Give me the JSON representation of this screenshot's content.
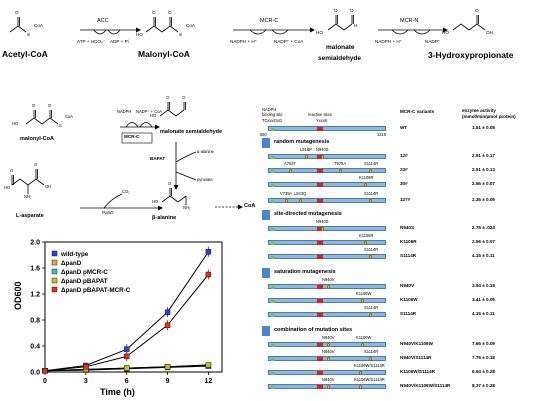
{
  "top_pathway": {
    "compounds": [
      "Acetyl-CoA",
      "Malonyl-CoA",
      "malonate",
      "semialdehyde",
      "3-Hydroxypropionate"
    ],
    "enzymes": [
      "ACC",
      "MCR-C",
      "MCR-N"
    ],
    "cofactors": [
      "ATP + HCO₃⁻",
      "ADP + Pi",
      "NADPH + H⁺",
      "NADP⁺ + CoA",
      "NADPH + H⁺",
      "NADP⁺"
    ],
    "struct_labels": [
      "O",
      "S",
      "CoA",
      "HO",
      "O",
      "O",
      "S",
      "CoA",
      "HO",
      "O",
      "O",
      "H",
      "HO",
      "O",
      "OH"
    ]
  },
  "mid_pathway": {
    "compounds": [
      "malonyl-CoA",
      "malonate semialdehyde",
      "L-asparate",
      "β-alanine",
      "CoA"
    ],
    "enzymes": [
      "MCR-C",
      "BAPAT",
      "PanD"
    ],
    "cofactors": [
      "NADPH",
      "NADP⁺ + CoA",
      "α-alanine",
      "pyruvate",
      "CO₂"
    ],
    "struct_labels": [
      "HO",
      "O",
      "O",
      "S",
      "CoA",
      "HO",
      "O",
      "O",
      "HO",
      "O",
      "NH₂",
      "OH",
      "O",
      "HO",
      "O",
      "NH₂"
    ]
  },
  "chart_data": {
    "type": "line",
    "xlabel": "Time (h)",
    "ylabel": "OD600",
    "xlim": [
      0,
      13
    ],
    "ylim": [
      0,
      2.0
    ],
    "xticks": [
      0,
      3,
      6,
      9,
      12
    ],
    "yticks": [
      0.0,
      0.4,
      0.8,
      1.2,
      1.6,
      2.0
    ],
    "x": [
      0,
      3,
      6,
      9,
      12
    ],
    "series": [
      {
        "name": "wild-type",
        "values": [
          0.02,
          0.1,
          0.35,
          0.92,
          1.85
        ],
        "color": "#2b3fe0",
        "marker": "square"
      },
      {
        "name": "ΔpanD",
        "values": [
          0.02,
          0.03,
          0.05,
          0.07,
          0.09
        ],
        "color": "#e8a040",
        "marker": "square"
      },
      {
        "name": "ΔpanD pMCR-C",
        "values": [
          0.02,
          0.04,
          0.06,
          0.08,
          0.1
        ],
        "color": "#3fbfbf",
        "marker": "square"
      },
      {
        "name": "ΔpanD pBAPAT",
        "values": [
          0.02,
          0.04,
          0.06,
          0.08,
          0.11
        ],
        "color": "#c8c020",
        "marker": "square"
      },
      {
        "name": "ΔpanD pBAPAT-MCR-C",
        "values": [
          0.02,
          0.08,
          0.24,
          0.72,
          1.5
        ],
        "color": "#e03020",
        "marker": "square"
      }
    ]
  },
  "mcr": {
    "header_labels": [
      "NADPH",
      "binding site",
      "reactive sites",
      "TGxxxGxG",
      "YxxxK",
      "550",
      "1219"
    ],
    "col_variants": "MCR-C variants",
    "col_activity": "enzyme activity\n(mmol/min/µmol protein)",
    "sections": [
      "random mutagenesis",
      "site-directed mutagenesis",
      "saturation mutagenesis",
      "combination of mutation sites"
    ],
    "rows": [
      {
        "name": "WT",
        "activity": "1.51 ± 0.08",
        "muts": []
      },
      {
        "name": "12#",
        "activity": "2.91 ± 0.17",
        "muts": [
          "L918P",
          "N940S"
        ]
      },
      {
        "name": "23#",
        "activity": "2.51 ± 0.13",
        "muts": [
          "A763T",
          "T979A",
          "S1114R"
        ]
      },
      {
        "name": "30#",
        "activity": "2.56 ± 0.07",
        "muts": [
          "K1106R"
        ]
      },
      {
        "name": "127#",
        "activity": "2.36 ± 0.06",
        "muts": [
          "V739A",
          "L843Q",
          "S1114R"
        ]
      },
      {
        "name": "N940S",
        "activity": "2.75 ± .024",
        "muts": [
          "N940S"
        ]
      },
      {
        "name": "K1106R",
        "activity": "2.56 ± 0.07",
        "muts": [
          "K1106R"
        ]
      },
      {
        "name": "S1114R",
        "activity": "4.15 ± 0.11",
        "muts": [
          "S1114R"
        ]
      },
      {
        "name": "N940V",
        "activity": "3.94 ± 0.19",
        "muts": [
          "N940V"
        ]
      },
      {
        "name": "K1106W",
        "activity": "3.41 ± 0.05",
        "muts": [
          "K1106W"
        ]
      },
      {
        "name": "S1114R",
        "activity": "4.15 ± 0.11",
        "muts": [
          "S1114R"
        ]
      },
      {
        "name": "N940V/K1106W",
        "activity": "7.65 ± 0.09",
        "muts": [
          "N940V",
          "K1106W"
        ]
      },
      {
        "name": "N940V/S1114R",
        "activity": "7.76 ± 0.18",
        "muts": [
          "N940V",
          "S1114R"
        ]
      },
      {
        "name": "K1106W/S1114R",
        "activity": "6.94 ± 0.28",
        "muts": [
          "K1106W/S1114R"
        ]
      },
      {
        "name": "N940V/K1106W/S1114R",
        "activity": "8.37 ± 0.28",
        "muts": [
          "N940V",
          "K1106W/S1114R"
        ]
      }
    ]
  }
}
